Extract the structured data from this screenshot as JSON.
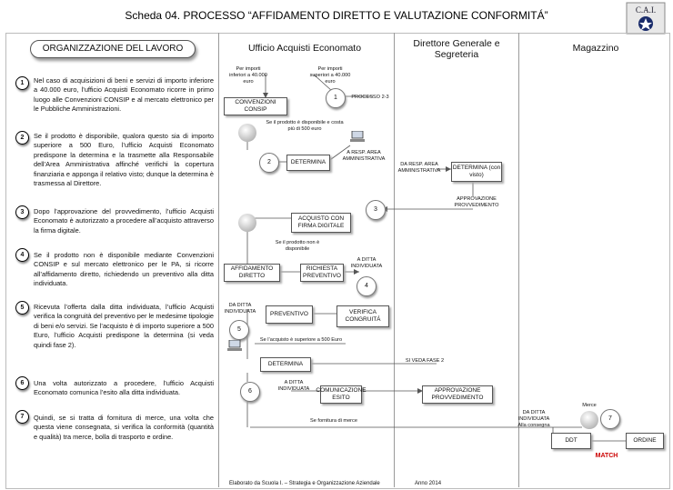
{
  "title": "Scheda 04. PROCESSO “AFFIDAMENTO DIRETTO E VALUTAZIONE CONFORMITÁ”",
  "logo": {
    "text": "C.A.I.",
    "icon": "cai-logo-icon"
  },
  "columns": {
    "org": "ORGANIZZAZIONE DEL LAVORO",
    "ufficio": "Ufficio Acquisti Economato",
    "direttore": "Direttore Generale e Segreteria",
    "magazzino": "Magazzino"
  },
  "steps": [
    {
      "n": "1",
      "text": "Nel caso di acquisizioni di beni e servizi di importo inferiore a 40.000 euro, l’ufficio Acquisti Economato ricorre in primo luogo alle Convenzioni CONSIP e al mercato elettronico per le Pubbliche Amministrazioni."
    },
    {
      "n": "2",
      "text": "Se il prodotto è disponibile, qualora questo sia di importo superiore a 500 Euro, l’ufficio Acquisti Economato predispone la determina e la trasmette alla Responsabile dell’Area Amministrativa affinché verifichi la copertura finanziaria e apponga il relativo visto; dunque la determina è trasmessa al Direttore."
    },
    {
      "n": "3",
      "text": "Dopo l’approvazione del provvedimento, l’ufficio Acquisti Economato è autorizzato a procedere all’acquisto attraverso la firma digitale."
    },
    {
      "n": "4",
      "text": "Se il prodotto non è disponibile mediante Convenzioni CONSIP e sul mercato elettronico per le PA, si ricorre all’affidamento diretto, richiedendo un preventivo alla ditta individuata."
    },
    {
      "n": "5",
      "text": "Ricevuta l’offerta dalla ditta individuata, l’ufficio Acquisti verifica la congruità del preventivo per le medesime tipologie di beni e/o servizi. Se l’acquisto è di importo superiore a 500 Euro, l’ufficio Acquisti predispone la determina (si veda quindi fase 2)."
    },
    {
      "n": "6",
      "text": "Una volta autorizzato a procedere, l’ufficio Acquisti Economato comunica l’esito alla ditta individuata."
    },
    {
      "n": "7",
      "text": "Quindi, se si tratta di fornitura di merce, una volta che questa viene consegnata, si verifica la conformità (quantità e qualità) tra merce, bolla di trasporto e ordine."
    }
  ],
  "flow": {
    "lbl_inf": "Per importi inferiori a 40.000 euro",
    "lbl_sup": "Per importi superiori a 40.000 euro",
    "convenzioni": "CONVENZIONI CONSIP",
    "c1": "1",
    "processo": "PROCESSO 2-3",
    "lbl_disp": "Se il prodotto è disponibile e costa più di 500 euro",
    "c2": "2",
    "determina": "DETERMINA",
    "resp_area": "A RESP. AREA AMMINISTRATIVA",
    "da_resp": "DA RESP. AREA AMMINISTRATIVA",
    "determina_visto": "DETERMINA (con visto)",
    "approvazione": "APPROVAZIONE PROVVEDIMENTO",
    "c3": "3",
    "acquisto": "ACQUISTO CON FIRMA DIGITALE",
    "lbl_nondisp": "Se il prodotto non è disponibile",
    "affidamento": "AFFIDAMENTO DIRETTO",
    "richiesta": "RICHIESTA PREVENTIVO",
    "a_ditta": "A DITTA INDIVIDUATA",
    "c4": "4",
    "da_ditta": "DA DITTA INDIVIDUATA",
    "preventivo": "PREVENTIVO",
    "verifica": "VERIFICA CONGRUITÁ",
    "c5": "5",
    "lbl_500": "Se l’acquisto è superiore a 500 Euro",
    "determina2": "DETERMINA",
    "vedi_fase2": "SI VEDA FASE 2",
    "c6": "6",
    "a_ditta2": "A DITTA INDIVIDUATA",
    "comunicazione": "COMUNICAZIONE ESITO",
    "approvazione2": "APPROVAZIONE PROVVEDIMENTO",
    "lbl_merce": "Se fornitura di merce",
    "da_ditta_cons": "DA DITTA INDIVIDUATA Alla consegna",
    "merce": "Merce",
    "c7": "7",
    "ddt": "DDT",
    "ordine": "ORDINE",
    "match": "MATCH"
  },
  "footer": {
    "left": "Elaborato da Scuola I. – Strategia e Organizzazione Aziendale",
    "right": "Anno 2014"
  },
  "colors": {
    "match": "#cc0000",
    "accent": "#000000"
  }
}
